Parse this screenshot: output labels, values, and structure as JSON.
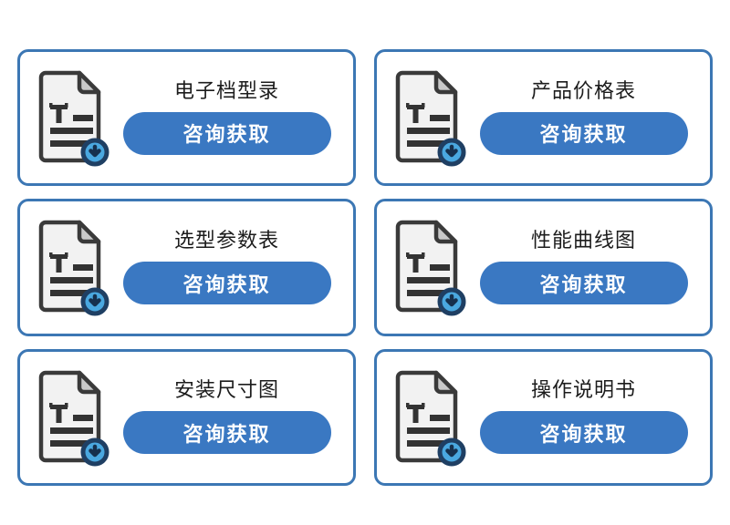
{
  "page": {
    "background_color": "#ffffff",
    "card_border_color": "#3c77b4",
    "button_color": "#3a78c2",
    "button_text_color": "#ffffff",
    "title_color": "#1c1c1c",
    "badge_ring_color": "#1f3f63",
    "badge_fill_color": "#4aa8e0",
    "doc_outline_color": "#3a3a3a",
    "doc_page_color": "#f2f2f2",
    "doc_fold_color": "#c9c9c9"
  },
  "cards": [
    {
      "title": "电子档型录",
      "button_label": "咨询获取",
      "icon": "document-download-icon",
      "icon_letter": "T"
    },
    {
      "title": "产品价格表",
      "button_label": "咨询获取",
      "icon": "document-download-icon",
      "icon_letter": "T"
    },
    {
      "title": "选型参数表",
      "button_label": "咨询获取",
      "icon": "document-download-icon",
      "icon_letter": "T"
    },
    {
      "title": "性能曲线图",
      "button_label": "咨询获取",
      "icon": "document-download-icon",
      "icon_letter": "T"
    },
    {
      "title": "安装尺寸图",
      "button_label": "咨询获取",
      "icon": "document-download-icon",
      "icon_letter": "T"
    },
    {
      "title": "操作说明书",
      "button_label": "咨询获取",
      "icon": "document-download-icon",
      "icon_letter": "T"
    }
  ]
}
